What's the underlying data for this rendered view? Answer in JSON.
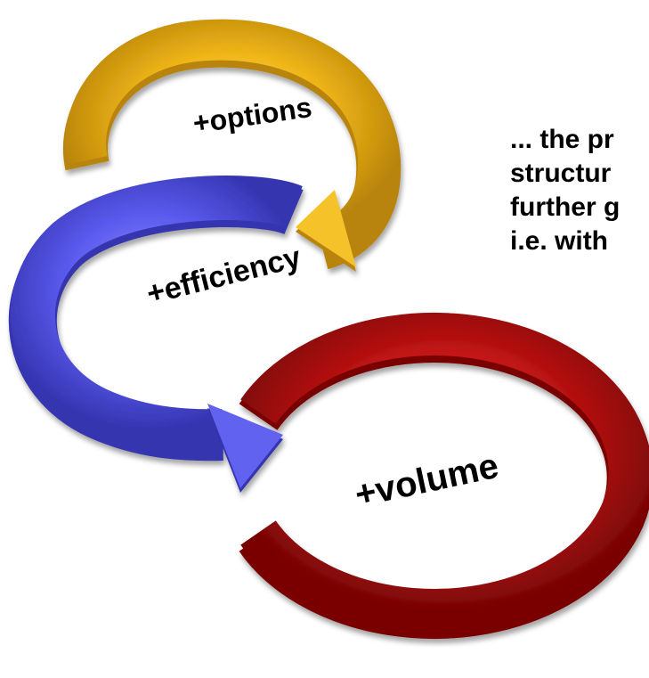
{
  "cycle_labels": {
    "options": "+options",
    "efficiency": "+efficiency",
    "volume": "+volume"
  },
  "side_text": [
    "... the pr",
    "structur",
    "further g",
    "i.e. with"
  ],
  "colors": {
    "options_arrow": "#F0B619",
    "efficiency_arrow": "#5A5AEE",
    "volume_arrow": "#C41414",
    "text": "#000000",
    "background": "#FFFFFF"
  }
}
